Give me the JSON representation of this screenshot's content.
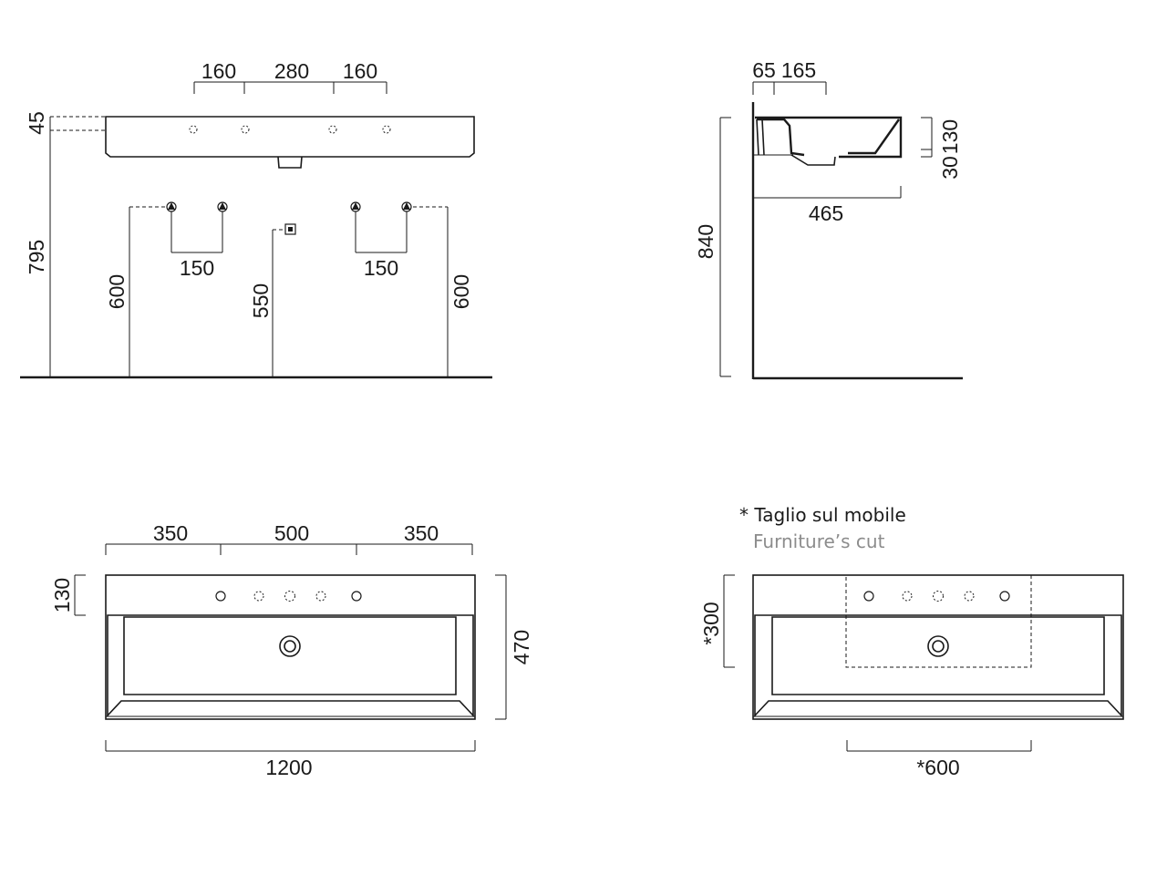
{
  "front_view": {
    "top_dims": [
      "160",
      "280",
      "160"
    ],
    "thickness": "45",
    "total_height": "795",
    "tap_spacing_left": "150",
    "tap_spacing_right": "150",
    "supply_left_height": "600",
    "supply_right_height": "600",
    "drain_height": "550"
  },
  "side_view": {
    "top_dims": [
      "65",
      "165"
    ],
    "right_dims": [
      "130",
      "30"
    ],
    "depth": "465",
    "height": "840"
  },
  "top_view": {
    "top_dims": [
      "350",
      "500",
      "350"
    ],
    "ledge": "130",
    "depth": "470",
    "width": "1200"
  },
  "cut_view": {
    "note_it": "* Taglio sul mobile",
    "note_en": "Furniture’s cut",
    "note_en_color": "#8c8c8c",
    "cut_depth": "*300",
    "cut_width": "*600"
  }
}
